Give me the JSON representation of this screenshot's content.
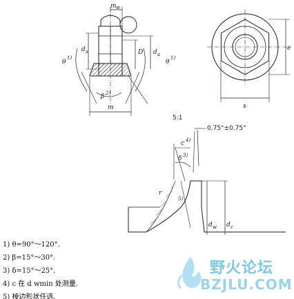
{
  "labels": {
    "m_w": "m",
    "m_w_sub": "w",
    "d_s": "d",
    "d_s_sub": "s",
    "D": "D",
    "d_a": "d",
    "d_a_sub": "a",
    "theta_left": "θ",
    "theta_left_sup": "1)",
    "theta_right": "θ",
    "theta_right_sup": "1)",
    "beta": "β",
    "beta_sup": "2)",
    "m": "m",
    "e": "e",
    "s": "s",
    "scale": "5:1",
    "angle_tol": "0.75°±0.75°",
    "c": "c",
    "c_sup": "4)",
    "delta": "δ",
    "delta_sup": "3)",
    "r": "r",
    "note5_mark": "5)",
    "d_w": "d",
    "d_w_sub": "w",
    "d_c": "d",
    "d_c_sub": "c"
  },
  "notes": [
    "1) θ=90°～120°.",
    "2) β=15°～30°.",
    "3) δ=15°～25°.",
    "4) c 在 d wmin 处测量.",
    "5) 棱边形状任选."
  ],
  "watermark": {
    "text_cn": "野火论坛",
    "url": "BZJLU.COM"
  },
  "colors": {
    "line": "#1a1a1a",
    "watermark": "#7ec8e3"
  }
}
